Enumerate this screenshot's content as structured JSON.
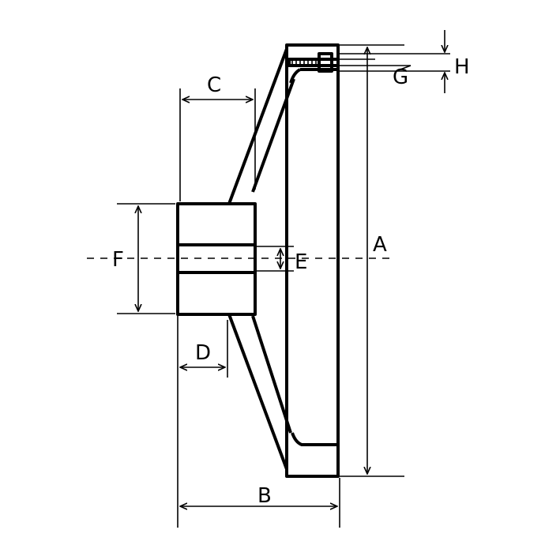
{
  "diagram": {
    "labels": {
      "A": "A",
      "B": "B",
      "C": "C",
      "D": "D",
      "E": "E",
      "F": "F",
      "G": "G",
      "H": "H"
    }
  }
}
